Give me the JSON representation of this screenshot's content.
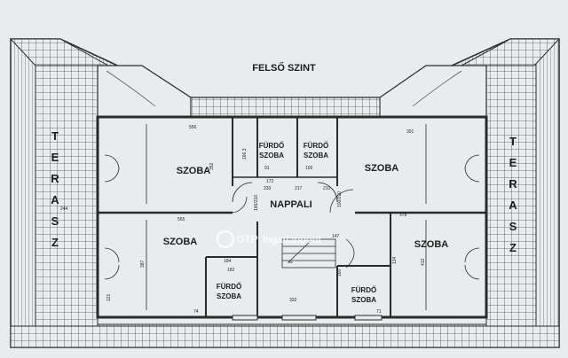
{
  "title": "FELSŐ SZINT",
  "terrace_left_letters": [
    "T",
    "E",
    "R",
    "A",
    "S",
    "Z"
  ],
  "terrace_right_letters": [
    "T",
    "E",
    "R",
    "A",
    "S",
    "Z"
  ],
  "rooms": {
    "room_top_left": "SZOBA",
    "room_top_right": "SZOBA",
    "room_bottom_left": "SZOBA",
    "room_bottom_right": "SZOBA",
    "living": "NAPPALI",
    "bath_top_left": [
      "FÜRDŐ",
      "SZOBA"
    ],
    "bath_top_right": [
      "FÜRDŐ",
      "SZOBA"
    ],
    "bath_bottom_left": [
      "FÜRDŐ",
      "SZOBA"
    ],
    "bath_bottom_right": [
      "FÜRDŐ",
      "SZOBA"
    ]
  },
  "dimensions": {
    "d_top_left_w": "556",
    "d_top_left_h": "352",
    "d_top_right_w": "301",
    "d_bottom_left_w": "565",
    "d_bottom_left_h": "387",
    "d_bottom_right_w": "378",
    "d_bottom_right_h": "412",
    "d_terrace_left": "244",
    "d_bath_tl_h": "166,3",
    "d_bath_tl_w": "91",
    "d_bath_tr_w": "100",
    "d_hall_1": "172",
    "d_hall_2": "217",
    "d_hall_3": "233",
    "d_hall_4": "210",
    "d_door_l": "100/210",
    "d_door_r": "100/210",
    "d_stair": "147",
    "d_bath_bl_1": "184",
    "d_bath_bl_2": "182",
    "d_bath_bl_3": "74",
    "d_bath_br_1": "71",
    "d_bath_br_2": "160",
    "d_bottom_mid": "332",
    "d_left_wall": "121",
    "d_right_wall": "134"
  },
  "watermark": {
    "brand": "OTP",
    "sub": "Ingatlanpont"
  },
  "colors": {
    "wall": "#2b2b2b",
    "line": "#3a3a3a",
    "paper": "#e9ecee",
    "hatch": "#5a5a5a",
    "tile": "#4a4a4a",
    "watermark": "#ffffff"
  }
}
